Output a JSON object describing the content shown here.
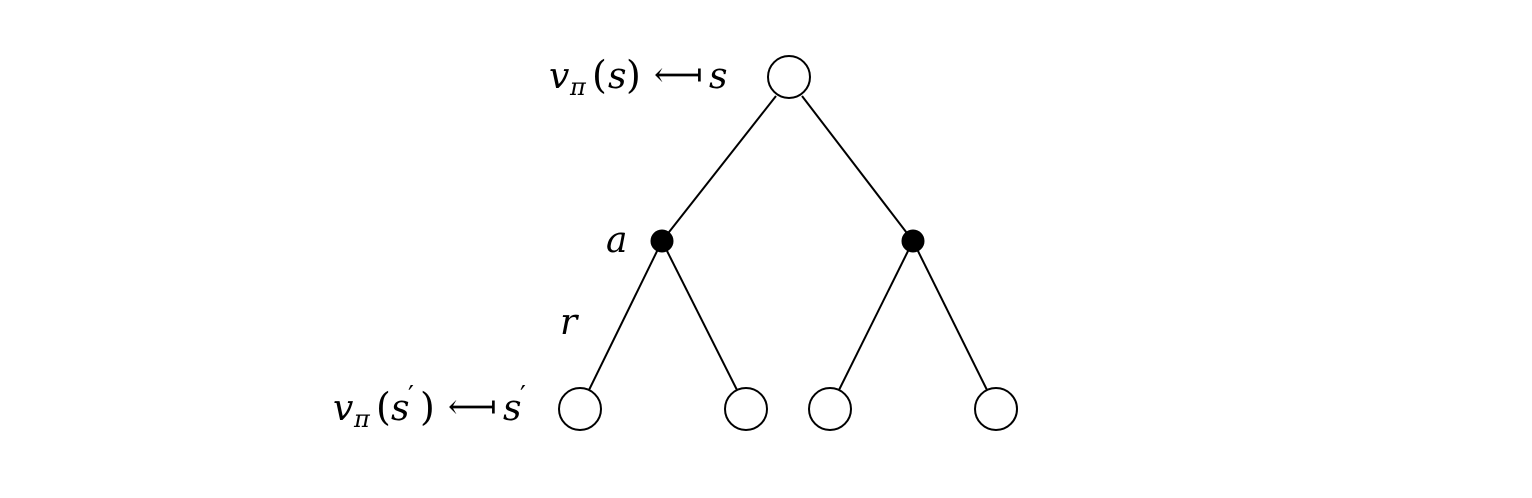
{
  "labels": {
    "root": {
      "v": "v",
      "pi": "π",
      "open_paren": "(",
      "s": "s",
      "close_paren": ")",
      "arrow": "⟻",
      "state": "s"
    },
    "action": "a",
    "reward": "r",
    "leaf": {
      "v": "v",
      "pi": "π",
      "open_paren": "(",
      "s": "s",
      "prime": "′",
      "close_paren": ")",
      "arrow": "⟻",
      "state": "s",
      "state_prime": "′"
    }
  }
}
